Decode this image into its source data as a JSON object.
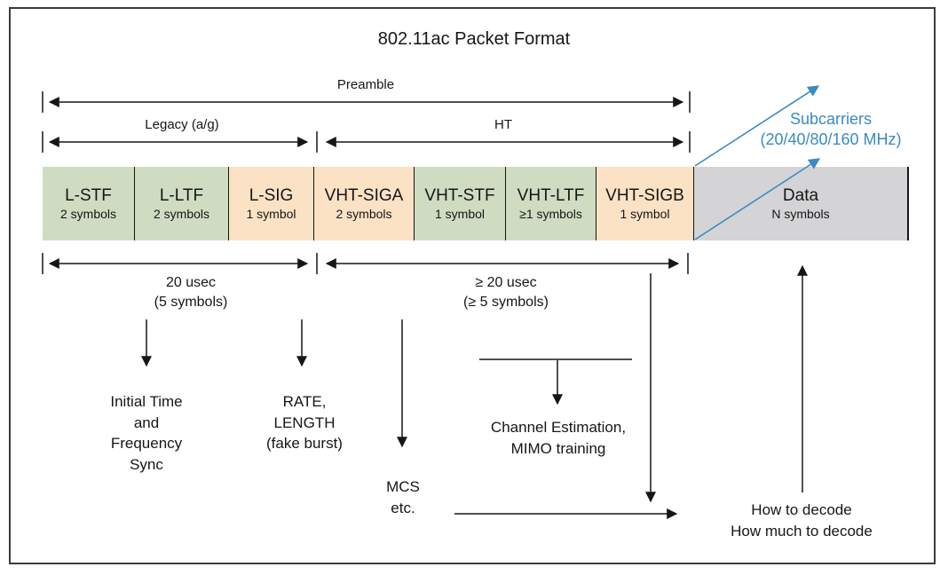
{
  "title": "802.11ac Packet Format",
  "colors": {
    "legacy_green": "#cfdcc2",
    "vht_orange": "#fbe2c5",
    "data_gray": "#d4d4d6",
    "accent_blue": "#3a8bc2",
    "line_black": "#161616"
  },
  "spans": {
    "preamble_label": "Preamble",
    "legacy_label": "Legacy (a/g)",
    "ht_label": "HT",
    "legacy_duration": [
      "20 usec",
      "(5 symbols)"
    ],
    "vht_duration": [
      "≥ 20 usec",
      "(≥ 5 symbols)"
    ]
  },
  "blocks": [
    {
      "name": "L-STF",
      "sub": "2 symbols",
      "color": "#cfdcc2"
    },
    {
      "name": "L-LTF",
      "sub": "2 symbols",
      "color": "#cfdcc2"
    },
    {
      "name": "L-SIG",
      "sub": "1 symbol",
      "color": "#fbe2c5"
    },
    {
      "name": "VHT-SIGA",
      "sub": "2 symbols",
      "color": "#fbe2c5"
    },
    {
      "name": "VHT-STF",
      "sub": "1 symbol",
      "color": "#cfdcc2"
    },
    {
      "name": "VHT-LTF",
      "sub": "≥1 symbols",
      "color": "#cfdcc2"
    },
    {
      "name": "VHT-SIGB",
      "sub": "1 symbol",
      "color": "#fbe2c5"
    },
    {
      "name": "Data",
      "sub": "N symbols",
      "color": "#d4d4d6"
    }
  ],
  "subcarriers_note": [
    "Subcarriers",
    "(20/40/80/160 MHz)"
  ],
  "annotations": {
    "sync": [
      "Initial Time",
      "and",
      "Frequency",
      "Sync"
    ],
    "rate": [
      "RATE,",
      "LENGTH",
      "(fake burst)"
    ],
    "mcs": [
      "MCS",
      "etc."
    ],
    "channel": [
      "Channel Estimation,",
      "MIMO training"
    ],
    "decode": [
      "How to decode",
      "How much to decode"
    ]
  }
}
